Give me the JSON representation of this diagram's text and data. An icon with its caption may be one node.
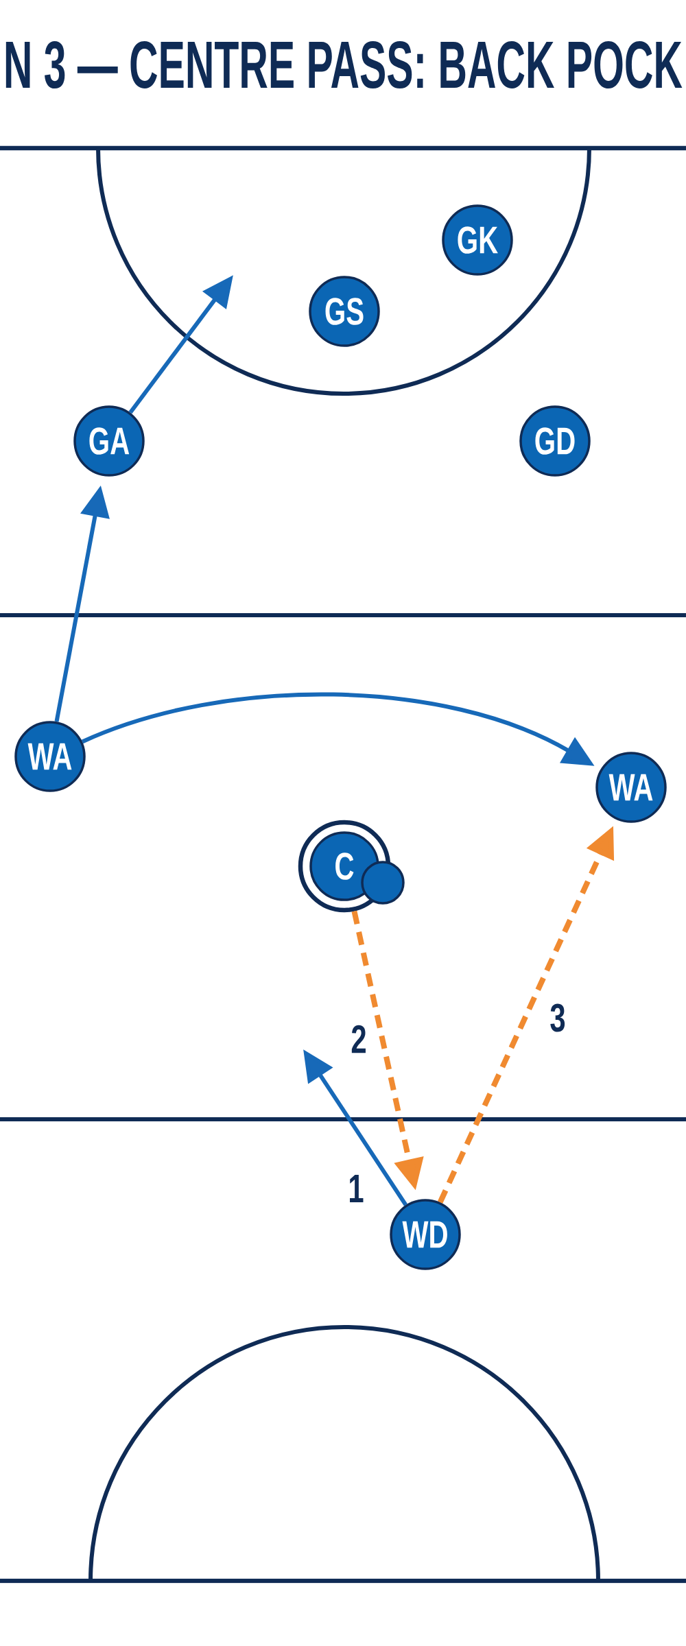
{
  "diagram": {
    "title": "N 3 — CENTRE PASS: BACK POCK",
    "nodes": [
      {
        "text": [
          "GK"
        ]
      },
      {
        "text": [
          "GS"
        ]
      },
      {
        "text": [
          "GA"
        ]
      },
      {
        "text": [
          "GD"
        ]
      },
      {
        "text": [
          "WA"
        ]
      },
      {
        "text": [
          "WA"
        ]
      },
      {
        "text": [
          "C"
        ]
      },
      {
        "text": [],
        "shape": "circle"
      },
      {
        "text": [
          "WD"
        ]
      }
    ],
    "edges": [
      {
        "from": 4,
        "to": 2,
        "arrow": "to"
      },
      {
        "from": 2,
        "to": null,
        "arrow": "to"
      },
      {
        "from": 4,
        "to": 5,
        "arrow": "to"
      },
      {
        "from": 8,
        "to": null,
        "arrow": "to",
        "label": "1"
      },
      {
        "from": 6,
        "to": 8,
        "arrow": "to",
        "label": "2",
        "style": "dashed",
        "color": "#f08a30"
      },
      {
        "from": 8,
        "to": 5,
        "arrow": "to",
        "label": "3",
        "style": "dashed",
        "color": "#f08a30"
      }
    ]
  }
}
